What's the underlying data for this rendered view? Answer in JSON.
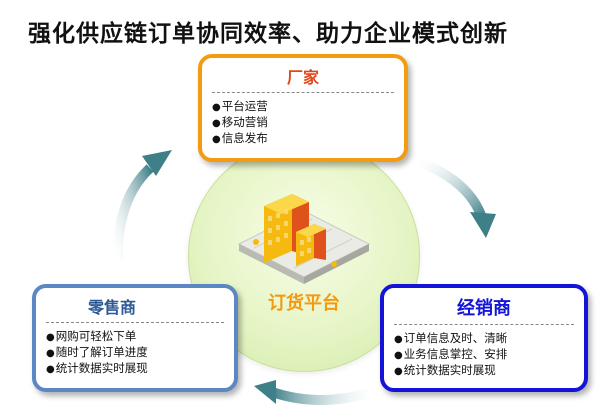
{
  "title": "强化供应链订单协同效率、助力企业模式创新",
  "hub": {
    "label": "订货平台"
  },
  "nodes": {
    "factory": {
      "title": "厂家",
      "items": [
        "平台运营",
        "移动营销",
        "信息发布"
      ]
    },
    "retail": {
      "title": "零售商",
      "items": [
        "网购可轻松下单",
        "随时了解订单进度",
        "统计数据实时展现"
      ]
    },
    "dealer": {
      "title": "经销商",
      "items": [
        "订单信息及时、清晰",
        "业务信息掌控、安排",
        "统计数据实时展现"
      ]
    }
  },
  "colors": {
    "factory_border": "#f39c12",
    "retail_border": "#5b87c4",
    "dealer_border": "#1414d8",
    "hub_label": "#f39a12",
    "arrow": "#4e8a92"
  }
}
